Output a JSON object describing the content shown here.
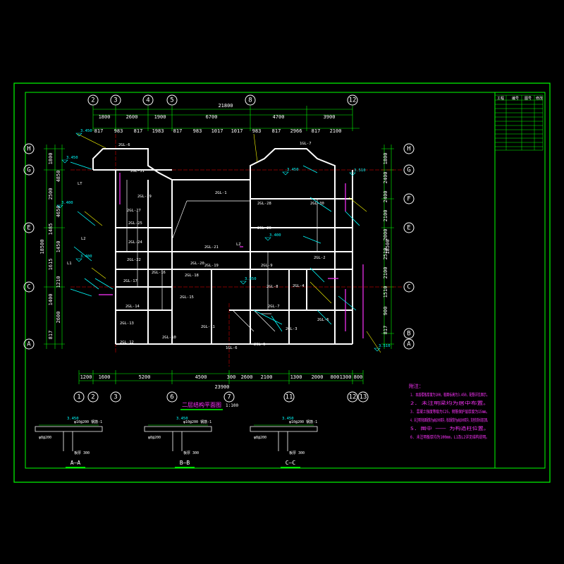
{
  "drawing": {
    "title": "二层结构平面图",
    "scale": "1:100"
  },
  "grid_top": [
    "2",
    "3",
    "4",
    "5",
    "8",
    "12"
  ],
  "grid_bottom": [
    "1",
    "2",
    "3",
    "6",
    "7",
    "11",
    "12",
    "13"
  ],
  "grid_left": [
    "H",
    "G",
    "E",
    "C",
    "A"
  ],
  "grid_right": [
    "H",
    "G",
    "F",
    "E",
    "C",
    "B",
    "A"
  ],
  "dims_top_total": "21800",
  "dims_top_row1": [
    "1800",
    "2600",
    "1900",
    "6700",
    "4700",
    "3900"
  ],
  "dims_top_row2": [
    "817",
    "983",
    "817",
    "1983",
    "817",
    "983",
    "1017",
    "1017",
    "983",
    "817",
    "2966",
    "817",
    "2100"
  ],
  "dims_bottom_row1": [
    "1200",
    "1600",
    "5200",
    "4500",
    "300",
    "2600",
    "2100",
    "1300",
    "2000",
    "800",
    "1300",
    "800"
  ],
  "dims_bottom_total": "23900",
  "dims_left_total": "18500",
  "dims_left": [
    "1800",
    "4850",
    "2500",
    "4650",
    "1485",
    "1450",
    "1615",
    "1210",
    "1400",
    "2600",
    "817"
  ],
  "dims_right_total": "18500",
  "dims_right": [
    "1800",
    "2400",
    "2400",
    "2100",
    "2000",
    "2510",
    "2100",
    "1510",
    "900",
    "817"
  ],
  "elevations": [
    "3.450",
    "3.450",
    "3.400",
    "3.400",
    "3.450",
    "3.510",
    "3.510",
    "3.400",
    "3.450"
  ],
  "beams": [
    "2GL-6",
    "2GL-31",
    "2GL-29",
    "2GL-27",
    "2GL-25",
    "2GL-24",
    "2GL-22",
    "2GL-21",
    "2GL-20",
    "2GL-19",
    "2GL-18",
    "2GL-17",
    "2GL-16",
    "2GL-15",
    "2GL-14",
    "2GL-13",
    "2GL-12",
    "2GL-11",
    "2GL-10",
    "2GL-9",
    "2GL-8",
    "2GL-7",
    "2GL-6",
    "2GL-5",
    "2GL-4",
    "2GL-3",
    "2GL-2",
    "2GL-1",
    "2GL-28",
    "2GL-26",
    "2GL-30",
    "1GL-7",
    "1GL-6",
    "LT",
    "L1",
    "L2",
    "LZ"
  ],
  "notes": {
    "heading": "附注：",
    "items": [
      "1. 本层楼板厚度为100，板面标高为3.450，配筋详见图示。",
      "2. 未注明梁均为居中布置。",
      "3. 混凝土强度等级为C25，钢筋保护层厚度为15mm。",
      "4. 未注明的板面配筋为φ8@200双向，板底配筋为φ8@200双向，支座负筋长度见图。",
      "5. 图中 ─── 为构造柱位置。",
      "6. 未注明板厚均为100mm，L1及L2详见结构说明。"
    ]
  },
  "sections": [
    {
      "label": "A—A",
      "elev": "3.450",
      "top": "φ10@200 钢筋-1",
      "bottom": "φ8@200",
      "thk": "板厚 300"
    },
    {
      "label": "B—B",
      "elev": "3.450",
      "top": "φ10@200 钢筋-1",
      "bottom": "φ8@200",
      "thk": "板厚 300"
    },
    {
      "label": "C—C",
      "elev": "3.450",
      "top": "φ10@200 钢筋-1",
      "bottom": "φ8@200",
      "thk": "板厚 300"
    }
  ],
  "title_block": {
    "headers": [
      "工程",
      "编号",
      "图号",
      "修改"
    ]
  },
  "colors": {
    "frame": "#00ff00",
    "wall": "#ffffff",
    "beam": "#ffffff",
    "dim": "#00ff00",
    "axis_line": "#ff0000",
    "cyan": "#00ffff",
    "magenta": "#ff33ff",
    "yellow": "#ffff00",
    "note": "#ff33ff"
  }
}
